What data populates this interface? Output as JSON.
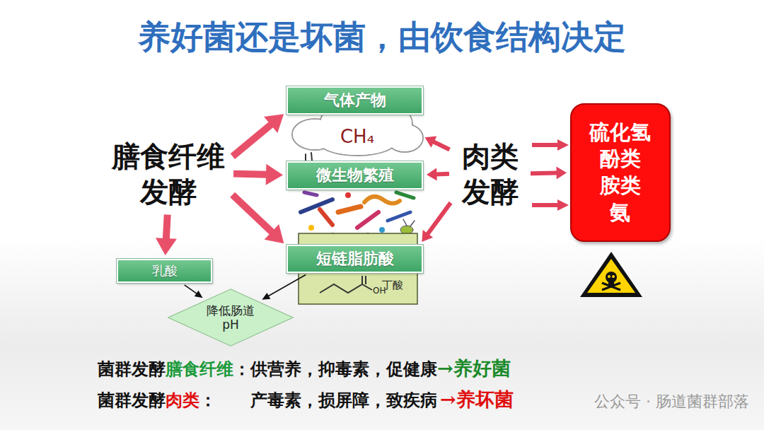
{
  "diagram": {
    "title": "养好菌还是坏菌，由饮食结构决定",
    "nodes": [
      {
        "text": [
          "膳食纤维 发酵"
        ]
      },
      {
        "text": [
          "气体产物"
        ]
      },
      {
        "text": [
          "CH₄"
        ]
      },
      {
        "text": [
          "微生物繁殖"
        ]
      },
      {
        "text": [
          "短链脂肪酸"
        ]
      },
      {
        "text": [
          "肉类 发酵"
        ]
      },
      {
        "text": [
          "硫化氢 酚类 胺类 氨"
        ]
      },
      {
        "text": [
          "乳酸"
        ]
      },
      {
        "text": [
          "降低肠道 pH"
        ]
      }
    ],
    "edges": [
      {
        "from": 0,
        "to": 1,
        "arrow": "to"
      },
      {
        "from": 0,
        "to": 3,
        "arrow": "to"
      },
      {
        "from": 0,
        "to": 4,
        "arrow": "to"
      },
      {
        "from": 0,
        "to": 7,
        "arrow": "to"
      },
      {
        "from": 5,
        "to": 2,
        "arrow": "to"
      },
      {
        "from": 5,
        "to": 3,
        "arrow": "to"
      },
      {
        "from": 5,
        "to": 4,
        "arrow": "to"
      },
      {
        "from": 5,
        "to": 6,
        "arrow": "to"
      },
      {
        "from": 7,
        "to": 8,
        "arrow": "to"
      },
      {
        "from": 4,
        "to": 8,
        "arrow": "to"
      }
    ],
    "labels": [
      "丁酸",
      "OH",
      "菌群发酵",
      "膳食纤维",
      "：供营养，抑毒素，促健康",
      "→养好菌",
      "菌群发酵",
      "肉类",
      "：",
      "产毒素，损屏障，致疾病",
      "→养坏菌",
      "公众号 · 肠道菌群部落"
    ]
  }
}
